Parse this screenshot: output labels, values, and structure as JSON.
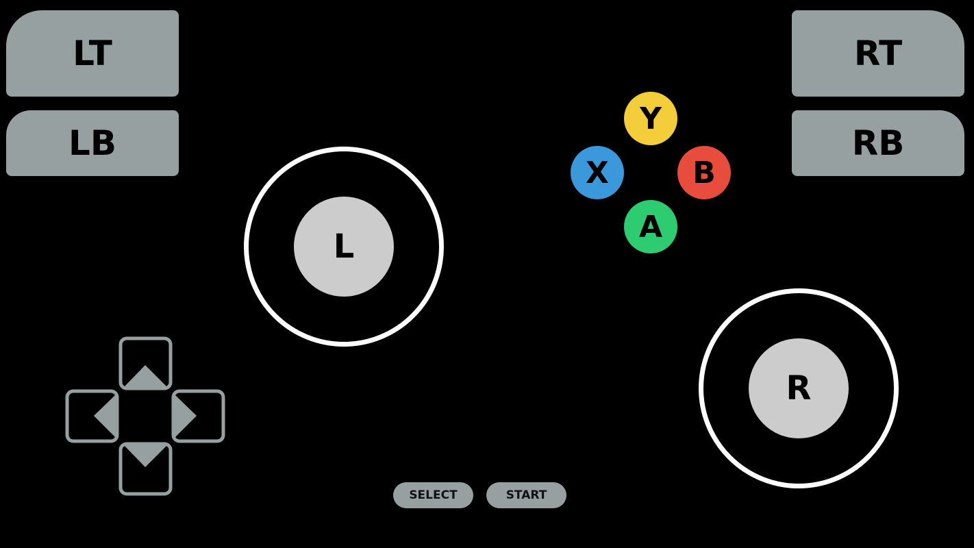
{
  "shoulders": {
    "lt": "LT",
    "lb": "LB",
    "rt": "RT",
    "rb": "RB"
  },
  "sticks": {
    "left": "L",
    "right": "R"
  },
  "face_buttons": {
    "y": {
      "label": "Y",
      "color": "#f4cd3a"
    },
    "x": {
      "label": "X",
      "color": "#3a98db"
    },
    "b": {
      "label": "B",
      "color": "#e74c3c"
    },
    "a": {
      "label": "A",
      "color": "#2ecc71"
    }
  },
  "center_buttons": {
    "select": "SELECT",
    "start": "START"
  },
  "colors": {
    "button_grey": "#96a0a0",
    "knob": "#cccccc"
  }
}
